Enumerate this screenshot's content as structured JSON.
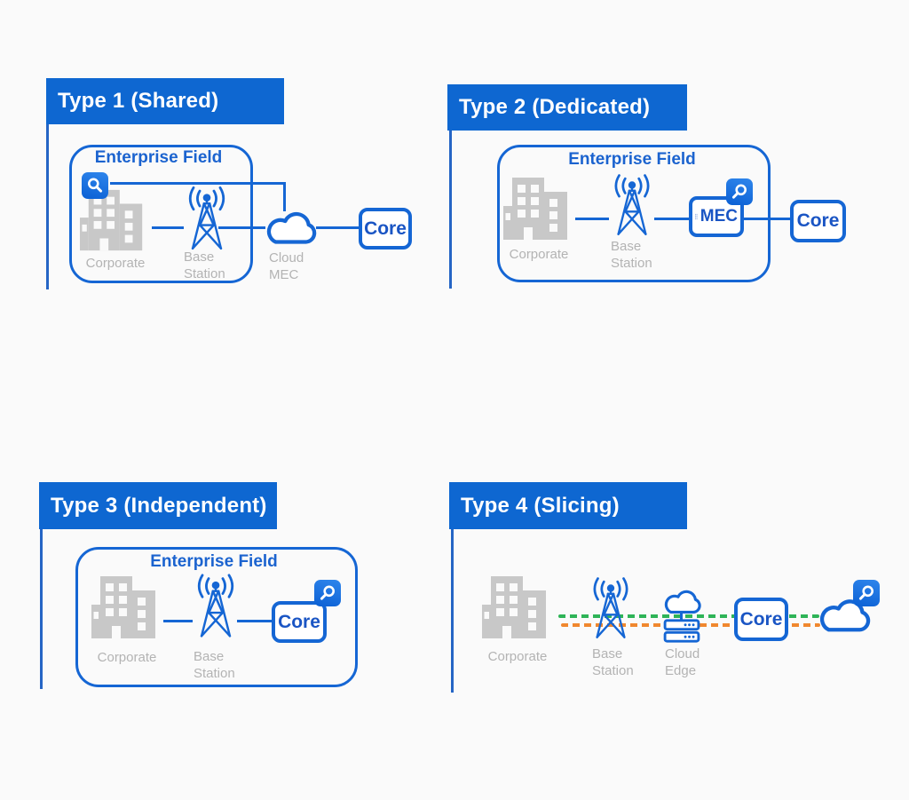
{
  "colors": {
    "background": "#fafafa",
    "bar_blue": "#0e67d1",
    "line_blue": "#1566d4",
    "drop_blue": "#2565c5",
    "text_blue": "#1b63cf",
    "core_blue": "#1a55c4",
    "label_gray": "#b3b3b3",
    "building_gray": "#c8c8c8",
    "mag_top": "#2f86ec",
    "mag_bottom": "#0b60d4",
    "slice_green": "#2eb457",
    "slice_orange": "#f0882f"
  },
  "panels": [
    {
      "title": "Type 1 (Shared)",
      "enterprise_label": "Enterprise Field",
      "icons": [
        "search-icon",
        "office-building-icon",
        "cell-tower-icon",
        "cloud-icon"
      ],
      "nodes": {
        "corporate": "Corporate",
        "base1": "Base",
        "base2": "Station",
        "cloud1": "Cloud",
        "cloud2": "MEC",
        "core": "Core"
      }
    },
    {
      "title": "Type 2 (Dedicated)",
      "enterprise_label": "Enterprise Field",
      "icons": [
        "office-building-icon",
        "cell-tower-icon",
        "mec-server-icon",
        "search-icon"
      ],
      "nodes": {
        "corporate": "Corporate",
        "base1": "Base",
        "base2": "Station",
        "mec": "MEC",
        "core": "Core"
      }
    },
    {
      "title": "Type 3 (Independent)",
      "enterprise_label": "Enterprise Field",
      "icons": [
        "office-building-icon",
        "cell-tower-icon",
        "search-icon"
      ],
      "nodes": {
        "corporate": "Corporate",
        "base1": "Base",
        "base2": "Station",
        "core": "Core"
      }
    },
    {
      "title": "Type 4 (Slicing)",
      "icons": [
        "office-building-icon",
        "cell-tower-icon",
        "cloud-edge-icon",
        "search-icon",
        "cloud-icon"
      ],
      "nodes": {
        "corporate": "Corporate",
        "base1": "Base",
        "base2": "Station",
        "cloudedge1": "Cloud",
        "cloudedge2": "Edge",
        "core": "Core"
      }
    }
  ]
}
